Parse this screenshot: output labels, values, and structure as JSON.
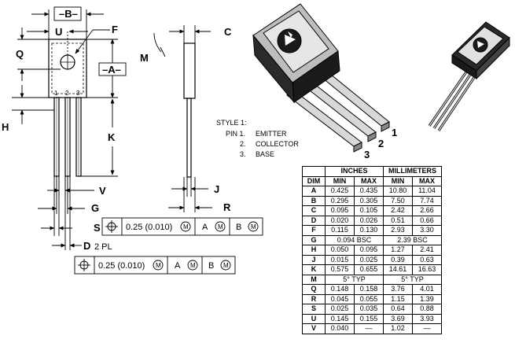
{
  "outline": {
    "dimension_labels": {
      "B": "–B–",
      "U": "U",
      "F": "F",
      "Q": "Q",
      "A": "–A–",
      "H": "H",
      "K": "K",
      "V": "V",
      "G": "G",
      "S": "S",
      "D": "D",
      "D_suffix": "2 PL",
      "C": "C",
      "M": "M",
      "J": "J",
      "R": "R"
    },
    "pin_numbers": [
      "1",
      "2",
      "3"
    ],
    "fcf_upper": [
      "0.25 (0.010)",
      "A",
      "B"
    ],
    "fcf_lower": [
      "0.25 (0.010)",
      "A",
      "B"
    ],
    "mmc_symbol": "M"
  },
  "style": {
    "title": "STYLE 1:",
    "pins": [
      {
        "label": "PIN 1.",
        "name": "EMITTER"
      },
      {
        "label": "2.",
        "name": "COLLECTOR"
      },
      {
        "label": "3.",
        "name": "BASE"
      }
    ]
  },
  "package_pin_labels": [
    "1",
    "2",
    "3"
  ],
  "table": {
    "group_headers": [
      "INCHES",
      "MILLIMETERS"
    ],
    "col_headers": [
      "DIM",
      "MIN",
      "MAX",
      "MIN",
      "MAX"
    ],
    "rows": [
      {
        "dim": "A",
        "in_min": "0.425",
        "in_max": "0.435",
        "mm_min": "10.80",
        "mm_max": "11.04"
      },
      {
        "dim": "B",
        "in_min": "0.295",
        "in_max": "0.305",
        "mm_min": "7.50",
        "mm_max": "7.74"
      },
      {
        "dim": "C",
        "in_min": "0.095",
        "in_max": "0.105",
        "mm_min": "2.42",
        "mm_max": "2.66"
      },
      {
        "dim": "D",
        "in_min": "0.020",
        "in_max": "0.026",
        "mm_min": "0.51",
        "mm_max": "0.66"
      },
      {
        "dim": "F",
        "in_min": "0.115",
        "in_max": "0.130",
        "mm_min": "2.93",
        "mm_max": "3.30"
      },
      {
        "dim": "G",
        "in_span": "0.094 BSC",
        "mm_span": "2.39 BSC"
      },
      {
        "dim": "H",
        "in_min": "0.050",
        "in_max": "0.095",
        "mm_min": "1.27",
        "mm_max": "2.41"
      },
      {
        "dim": "J",
        "in_min": "0.015",
        "in_max": "0.025",
        "mm_min": "0.39",
        "mm_max": "0.63"
      },
      {
        "dim": "K",
        "in_min": "0.575",
        "in_max": "0.655",
        "mm_min": "14.61",
        "mm_max": "16.63"
      },
      {
        "dim": "M",
        "in_span": "5° TYP",
        "mm_span": "5° TYP"
      },
      {
        "dim": "Q",
        "in_min": "0.148",
        "in_max": "0.158",
        "mm_min": "3.76",
        "mm_max": "4.01"
      },
      {
        "dim": "R",
        "in_min": "0.045",
        "in_max": "0.055",
        "mm_min": "1.15",
        "mm_max": "1.39"
      },
      {
        "dim": "S",
        "in_min": "0.025",
        "in_max": "0.035",
        "mm_min": "0.64",
        "mm_max": "0.88"
      },
      {
        "dim": "U",
        "in_min": "0.145",
        "in_max": "0.155",
        "mm_min": "3.69",
        "mm_max": "3.93"
      },
      {
        "dim": "V",
        "in_min": "0.040",
        "in_max": "—",
        "mm_min": "1.02",
        "mm_max": "—"
      }
    ]
  }
}
